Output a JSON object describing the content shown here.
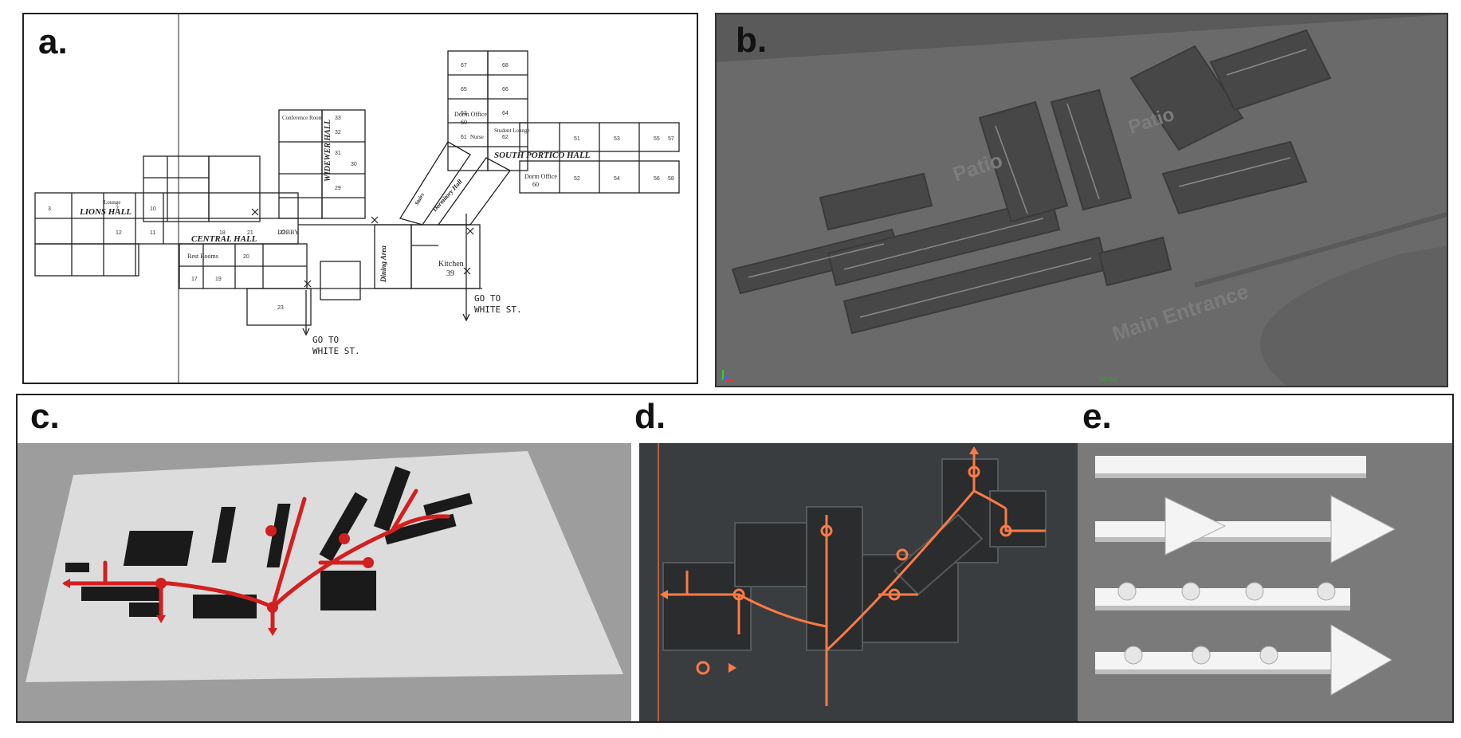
{
  "figure": {
    "labels": {
      "a": "a.",
      "b": "b.",
      "c": "c.",
      "d": "d.",
      "e": "e."
    }
  },
  "panel_a": {
    "halls": {
      "lions": "LIONS HALL",
      "central": "CENTRAL HALL",
      "widewer": "WIDEWER HALL",
      "south_portico": "SOUTH PORTICO HALL",
      "dormitory": "Dormitory Hall"
    },
    "rooms": {
      "lobby": "LOBBY",
      "dining": "Dining Area",
      "kitchen": "Kitchen",
      "kitchen_no": "39",
      "rest_rooms": "Rest Rooms",
      "dorm_office_1": "Dorm Office",
      "dorm_office_1_no": "60",
      "dorm_office_2": "Dorm Office",
      "dorm_office_2_no": "60",
      "student_lounge": "Student Lounge",
      "nurse": "Nurse",
      "conference": "Conference Room",
      "stairs": "Stairs",
      "lounge": "Lounge"
    },
    "numbers_top_wing": [
      "67",
      "65",
      "63",
      "61"
    ],
    "numbers_top_wing_b": [
      "68",
      "66",
      "64",
      "62"
    ],
    "numbers_south": [
      "51",
      "53",
      "55",
      "57"
    ],
    "numbers_south_b": [
      "52",
      "54",
      "56",
      "58"
    ],
    "numbers_widewer": [
      "33",
      "32",
      "31",
      "30",
      "29"
    ],
    "numbers_lions": [
      "3",
      "7",
      "10",
      "12",
      "11"
    ],
    "numbers_central": [
      "18",
      "20",
      "21",
      "22",
      "23",
      "19",
      "17"
    ],
    "goto_1": [
      "GO TO",
      "WHITE ST."
    ],
    "goto_2": [
      "GO TO",
      "WHITE ST."
    ]
  },
  "panel_b": {
    "patio_1": "Patio",
    "patio_2": "Patio",
    "main_entrance": "Main Entrance",
    "persp": "persp"
  },
  "colors": {
    "route_red": "#d31f1f",
    "route_orange": "#ff7a45",
    "model_black": "#1a1a1a",
    "model_white": "#f4f4f4"
  }
}
